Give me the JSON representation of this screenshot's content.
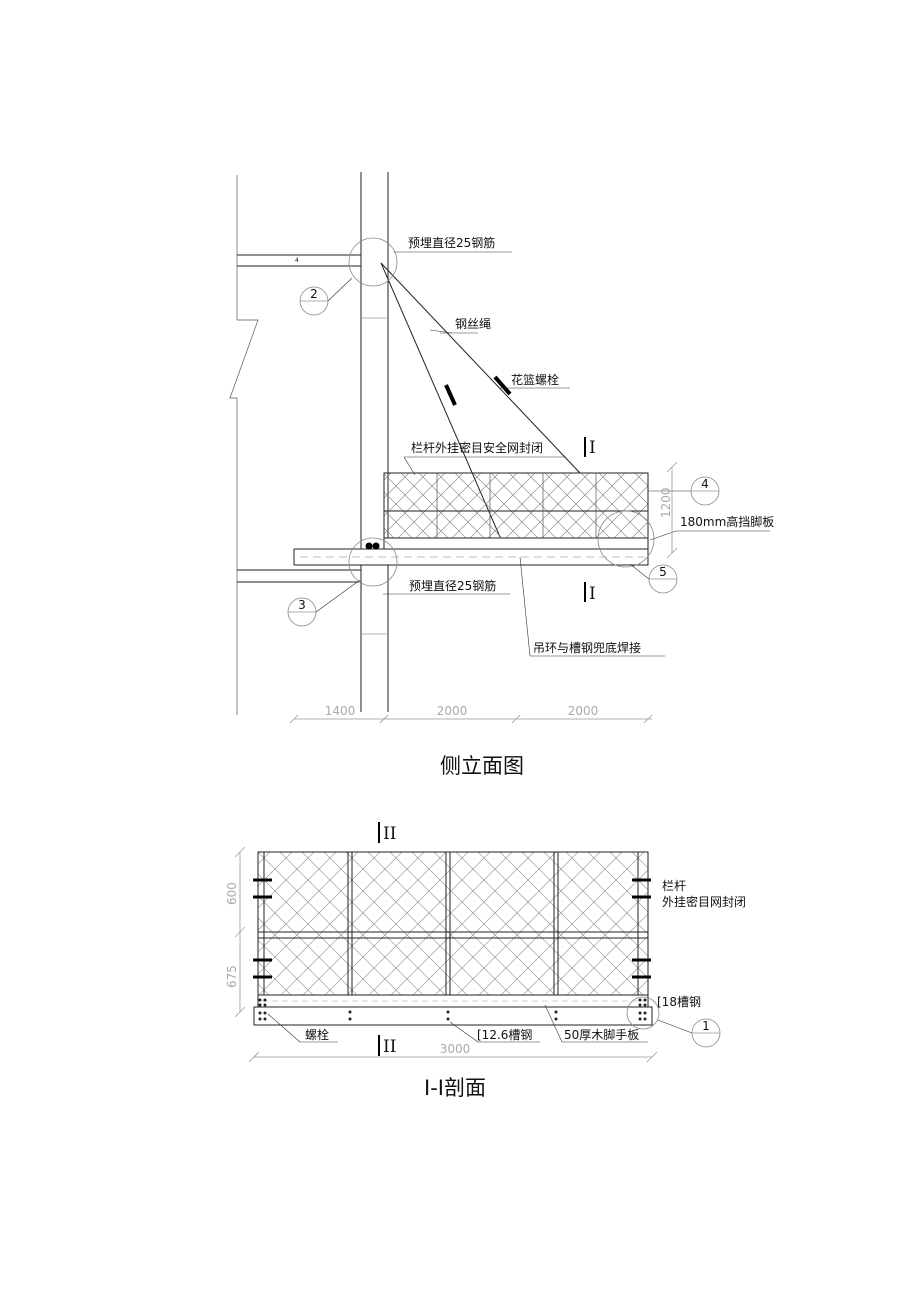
{
  "elevation": {
    "caption": "侧立面图",
    "labels": {
      "embed_top": "预埋直径25钢筋",
      "wire_rope": "钢丝绳",
      "turnbuckle": "花篮螺栓",
      "railing_net": "栏杆外挂密目安全网封闭",
      "toe_board": "180mm高挡脚板",
      "embed_bottom": "预埋直径25钢筋",
      "lifting_ring": "吊环与槽钢兜底焊接"
    },
    "section_mark_top": "I",
    "section_mark_bottom": "I",
    "callouts": {
      "c2": "2",
      "c3": "3",
      "c4": "4",
      "c5": "5"
    },
    "dimensions": {
      "height": "1200",
      "d1": "1400",
      "d2": "2000",
      "d3": "2000"
    }
  },
  "section": {
    "caption": "I-I剖面",
    "labels": {
      "railing_line1": "栏杆",
      "railing_line2": "外挂密目网封闭",
      "channel18": "[18槽钢",
      "bolt": "螺栓",
      "channel126": "[12.6槽钢",
      "scaffold_board": "50厚木脚手板"
    },
    "section_mark_top": "II",
    "section_mark_bottom": "II",
    "callouts": {
      "c1": "1"
    },
    "dimensions": {
      "h1": "600",
      "h2": "675",
      "width": "3000"
    }
  }
}
